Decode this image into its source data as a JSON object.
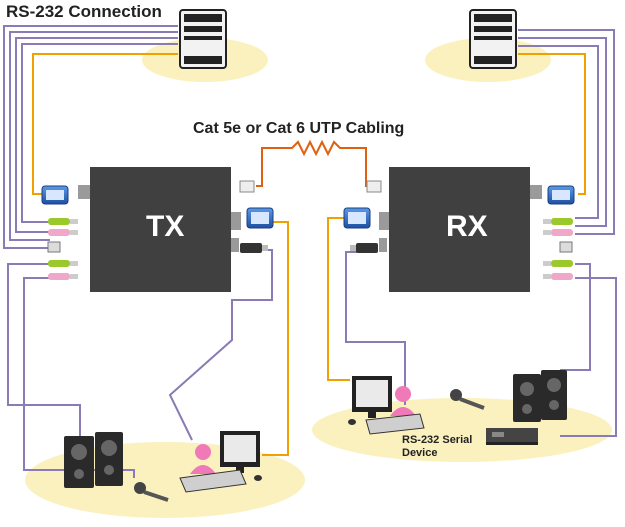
{
  "diagram": {
    "title": "RS-232 Connection",
    "cabling_label": "Cat 5e or Cat 6 UTP Cabling",
    "tx_label": "TX",
    "rx_label": "RX",
    "serial_device_label": "RS-232 Serial Device",
    "colors": {
      "box": "#404040",
      "platform": "#fbf1bf",
      "serial_wire": "#f0a000",
      "vga_blue": "#2c6cc9",
      "purple_wire": "#8a7ab5",
      "mic_green": "#9bc92b",
      "mic_pink": "#f1a7c9",
      "user_pink": "#f07ab8",
      "cat_wire": "#e06010"
    }
  }
}
